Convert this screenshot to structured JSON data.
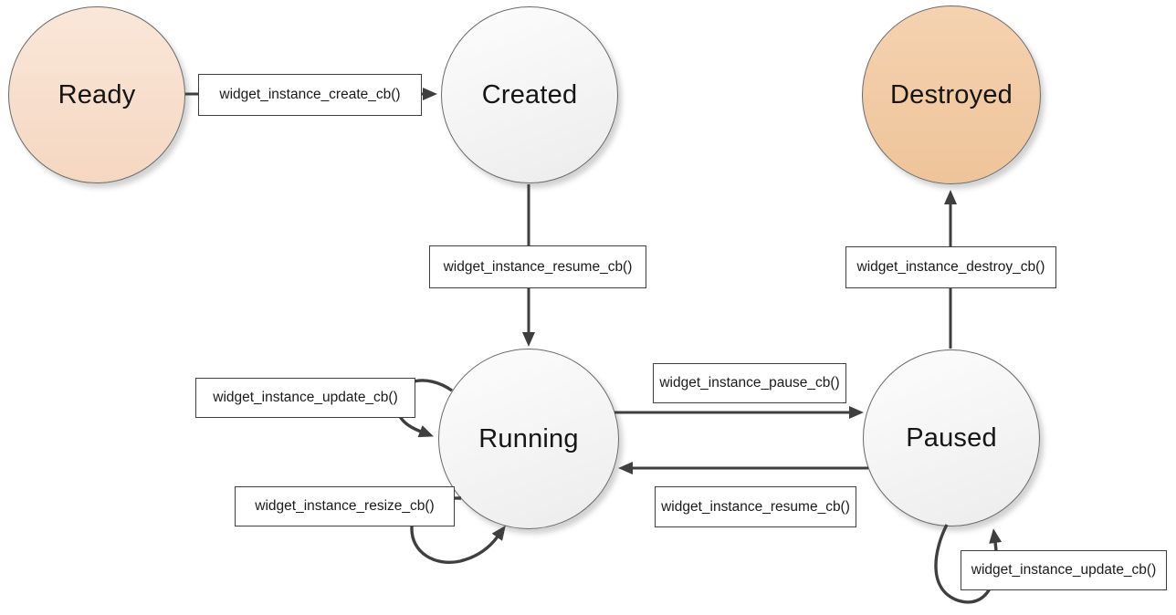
{
  "diagram_type": "state-diagram",
  "states": [
    {
      "id": "ready",
      "label": "Ready",
      "style": "peach-light"
    },
    {
      "id": "created",
      "label": "Created",
      "style": "neutral"
    },
    {
      "id": "destroyed",
      "label": "Destroyed",
      "style": "peach-dark"
    },
    {
      "id": "running",
      "label": "Running",
      "style": "neutral"
    },
    {
      "id": "paused",
      "label": "Paused",
      "style": "neutral"
    }
  ],
  "transitions": [
    {
      "label": "widget_instance_create_cb()",
      "from": "Ready",
      "to": "Created"
    },
    {
      "label": "widget_instance_resume_cb()",
      "from": "Created",
      "to": "Running"
    },
    {
      "label": "widget_instance_destroy_cb()",
      "from": "Paused",
      "to": "Destroyed"
    },
    {
      "label": "widget_instance_update_cb()",
      "from": "Running",
      "to": "Running"
    },
    {
      "label": "widget_instance_pause_cb()",
      "from": "Running",
      "to": "Paused"
    },
    {
      "label": "widget_instance_resume_cb()",
      "from": "Paused",
      "to": "Running"
    },
    {
      "label": "widget_instance_resize_cb()",
      "from": "Running",
      "to": "Running"
    },
    {
      "label": "widget_instance_update_cb()",
      "from": "Paused",
      "to": "Paused"
    }
  ],
  "colors": {
    "state_ready_top": "#fae7d9",
    "state_ready_bottom": "#f5d7c1",
    "state_destroyed_top": "#f5d2b0",
    "state_destroyed_bottom": "#eec49a",
    "state_neutral_top": "#fdfdfd",
    "state_neutral_bottom": "#ececec",
    "connector": "#3f3f3f",
    "box_border": "#3f3f3f",
    "text": "#1a1a1a"
  }
}
